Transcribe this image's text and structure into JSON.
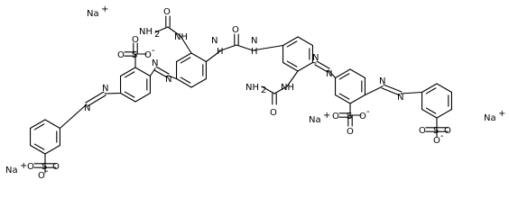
{
  "labels": {
    "na": "Na",
    "na_charge": "+",
    "o": "O",
    "o_minus": "O",
    "minus": "-",
    "s": "S",
    "n": "N",
    "nh": "NH",
    "h": "H",
    "nh2": "NH",
    "nh2_sub": "2"
  }
}
